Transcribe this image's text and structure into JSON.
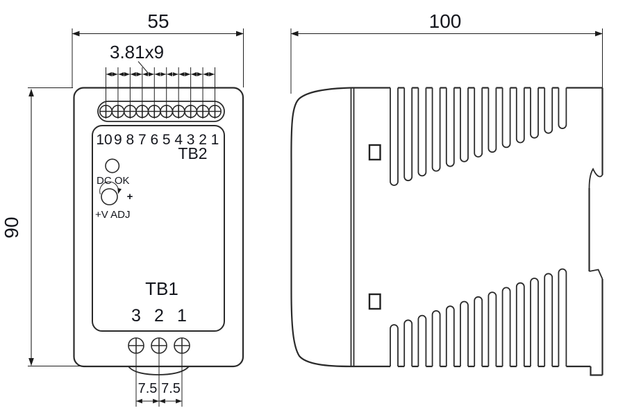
{
  "drawing": {
    "front_view": {
      "width_dim": "55",
      "height_dim": "90",
      "tb2": {
        "pitch_dim": "3.81x9",
        "label": "TB2",
        "terminal_numbers": [
          "10",
          "9",
          "8",
          "7",
          "6",
          "5",
          "4",
          "3",
          "2",
          "1"
        ]
      },
      "dc_ok_label": "DC OK",
      "v_adj_plus": "+",
      "v_adj_label": "+V ADJ",
      "tb1": {
        "label": "TB1",
        "terminal_numbers": [
          "3",
          "2",
          "1"
        ],
        "pitch_left": "7.5",
        "pitch_right": "7.5"
      }
    },
    "side_view": {
      "depth_dim": "100"
    },
    "colors": {
      "line": "#2b2b2b",
      "text": "#14161d",
      "background": "#ffffff"
    }
  }
}
